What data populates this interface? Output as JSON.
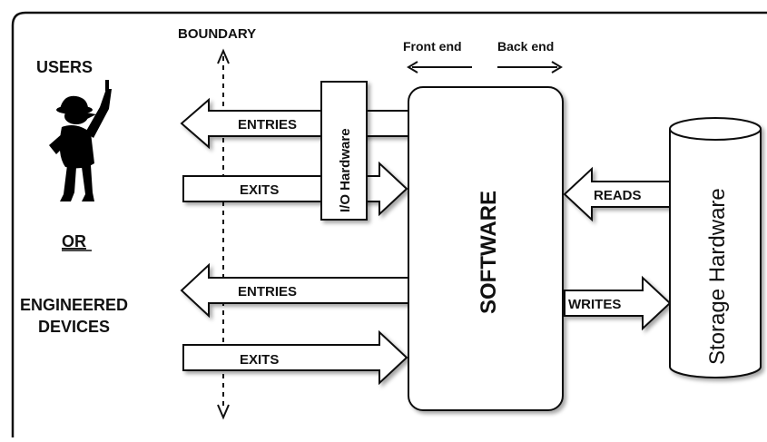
{
  "labels": {
    "boundary": "BOUNDARY",
    "users": "USERS",
    "or": "OR",
    "engineered_line1": "ENGINEERED",
    "engineered_line2": "DEVICES",
    "front_end": "Front end",
    "back_end": "Back end",
    "io_hardware": "I/O Hardware",
    "software": "SOFTWARE",
    "storage_hardware": "Storage Hardware",
    "entries_top": "ENTRIES",
    "exits_top": "EXITS",
    "entries_bottom": "ENTRIES",
    "exits_bottom": "EXITS",
    "reads": "READS",
    "writes": "WRITES"
  },
  "icons": {
    "user_figure": "person-pointing-icon"
  },
  "colors": {
    "stroke": "#111111",
    "fill": "#ffffff",
    "figure": "#000000"
  }
}
